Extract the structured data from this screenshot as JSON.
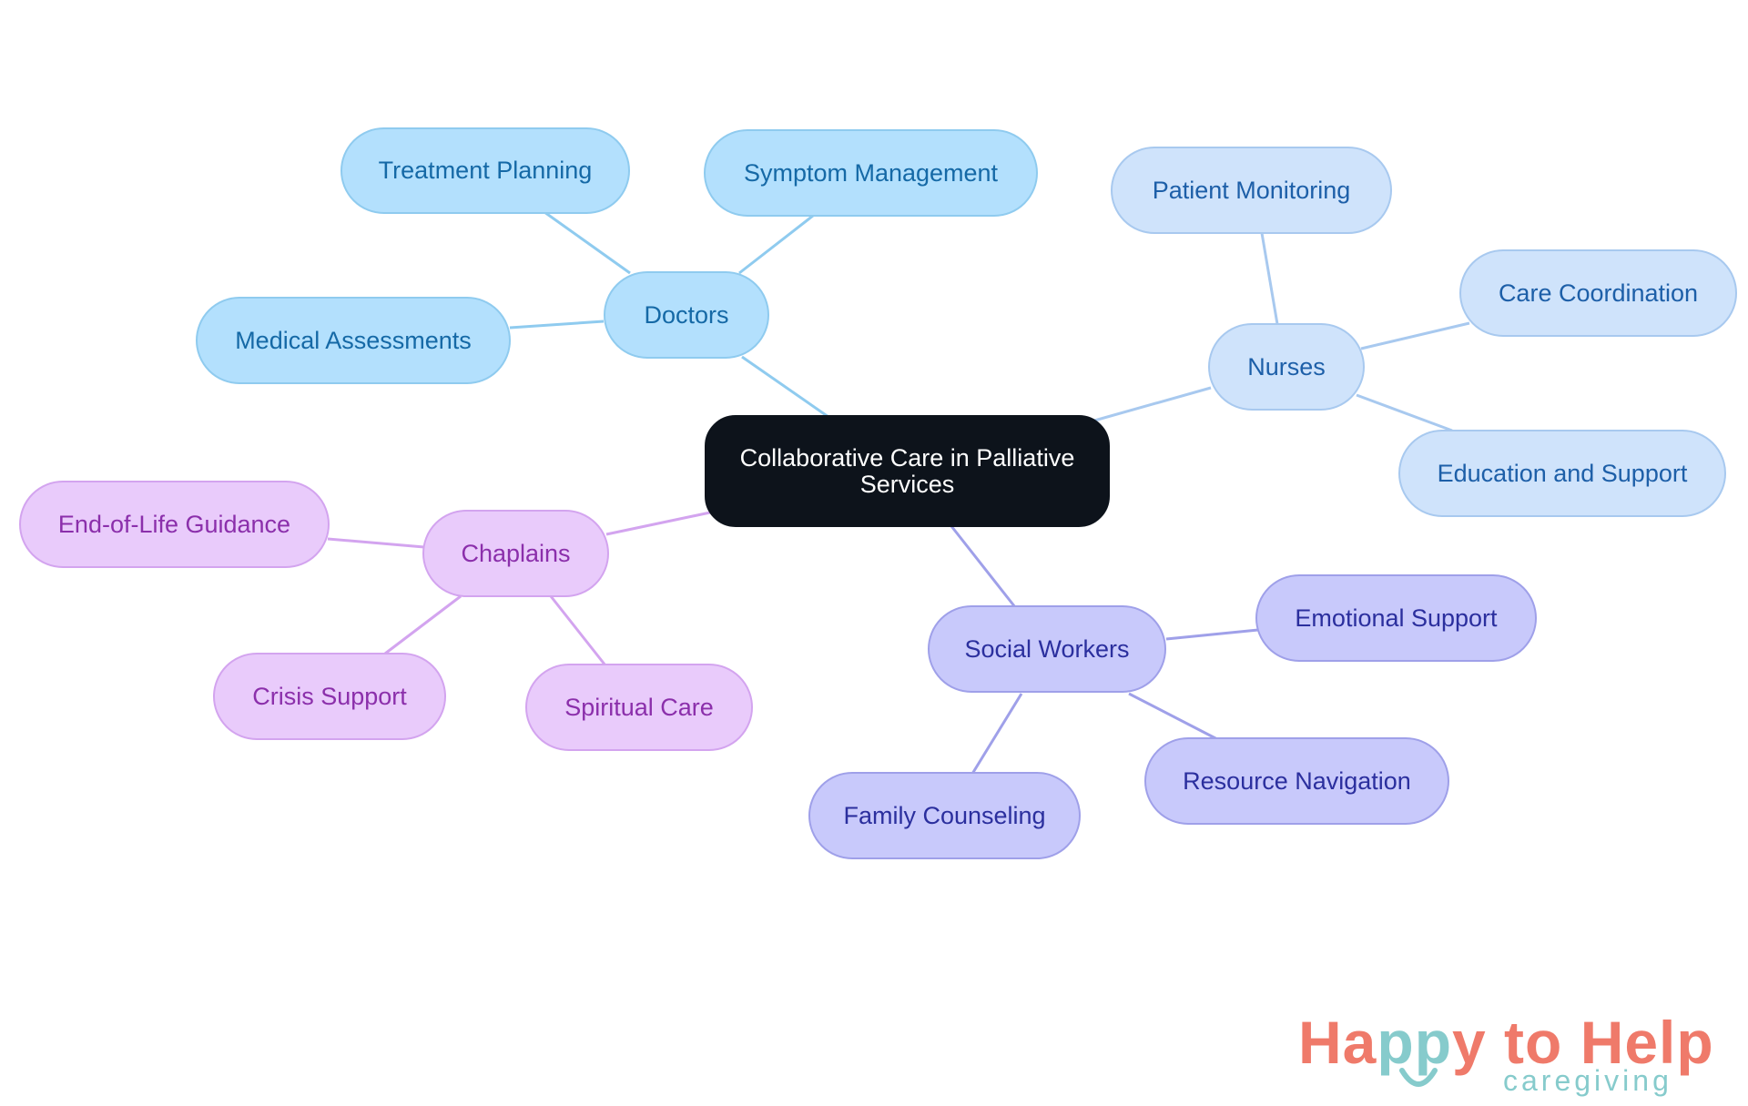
{
  "diagram": {
    "root": {
      "label": "Collaborative Care in Palliative Services"
    },
    "branches": [
      {
        "id": "doctors",
        "label": "Doctors",
        "color": "#8fcbef",
        "children": [
          "Treatment Planning",
          "Symptom Management",
          "Medical Assessments"
        ]
      },
      {
        "id": "nurses",
        "label": "Nurses",
        "color": "#a8c9ef",
        "children": [
          "Patient Monitoring",
          "Care Coordination",
          "Education and Support"
        ]
      },
      {
        "id": "social-workers",
        "label": "Social Workers",
        "color": "#9fa0e9",
        "children": [
          "Emotional Support",
          "Resource Navigation",
          "Family Counseling"
        ]
      },
      {
        "id": "chaplains",
        "label": "Chaplains",
        "color": "#d3a4ef",
        "children": [
          "End-of-Life Guidance",
          "Crisis Support",
          "Spiritual Care"
        ]
      }
    ]
  },
  "logo": {
    "word_happy_start": "Ha",
    "word_happy_pp": "pp",
    "word_happy_end": "y to Help",
    "tagline": "caregiving",
    "colors": {
      "coral": "#ef7a6a",
      "teal": "#86cbcc"
    }
  }
}
